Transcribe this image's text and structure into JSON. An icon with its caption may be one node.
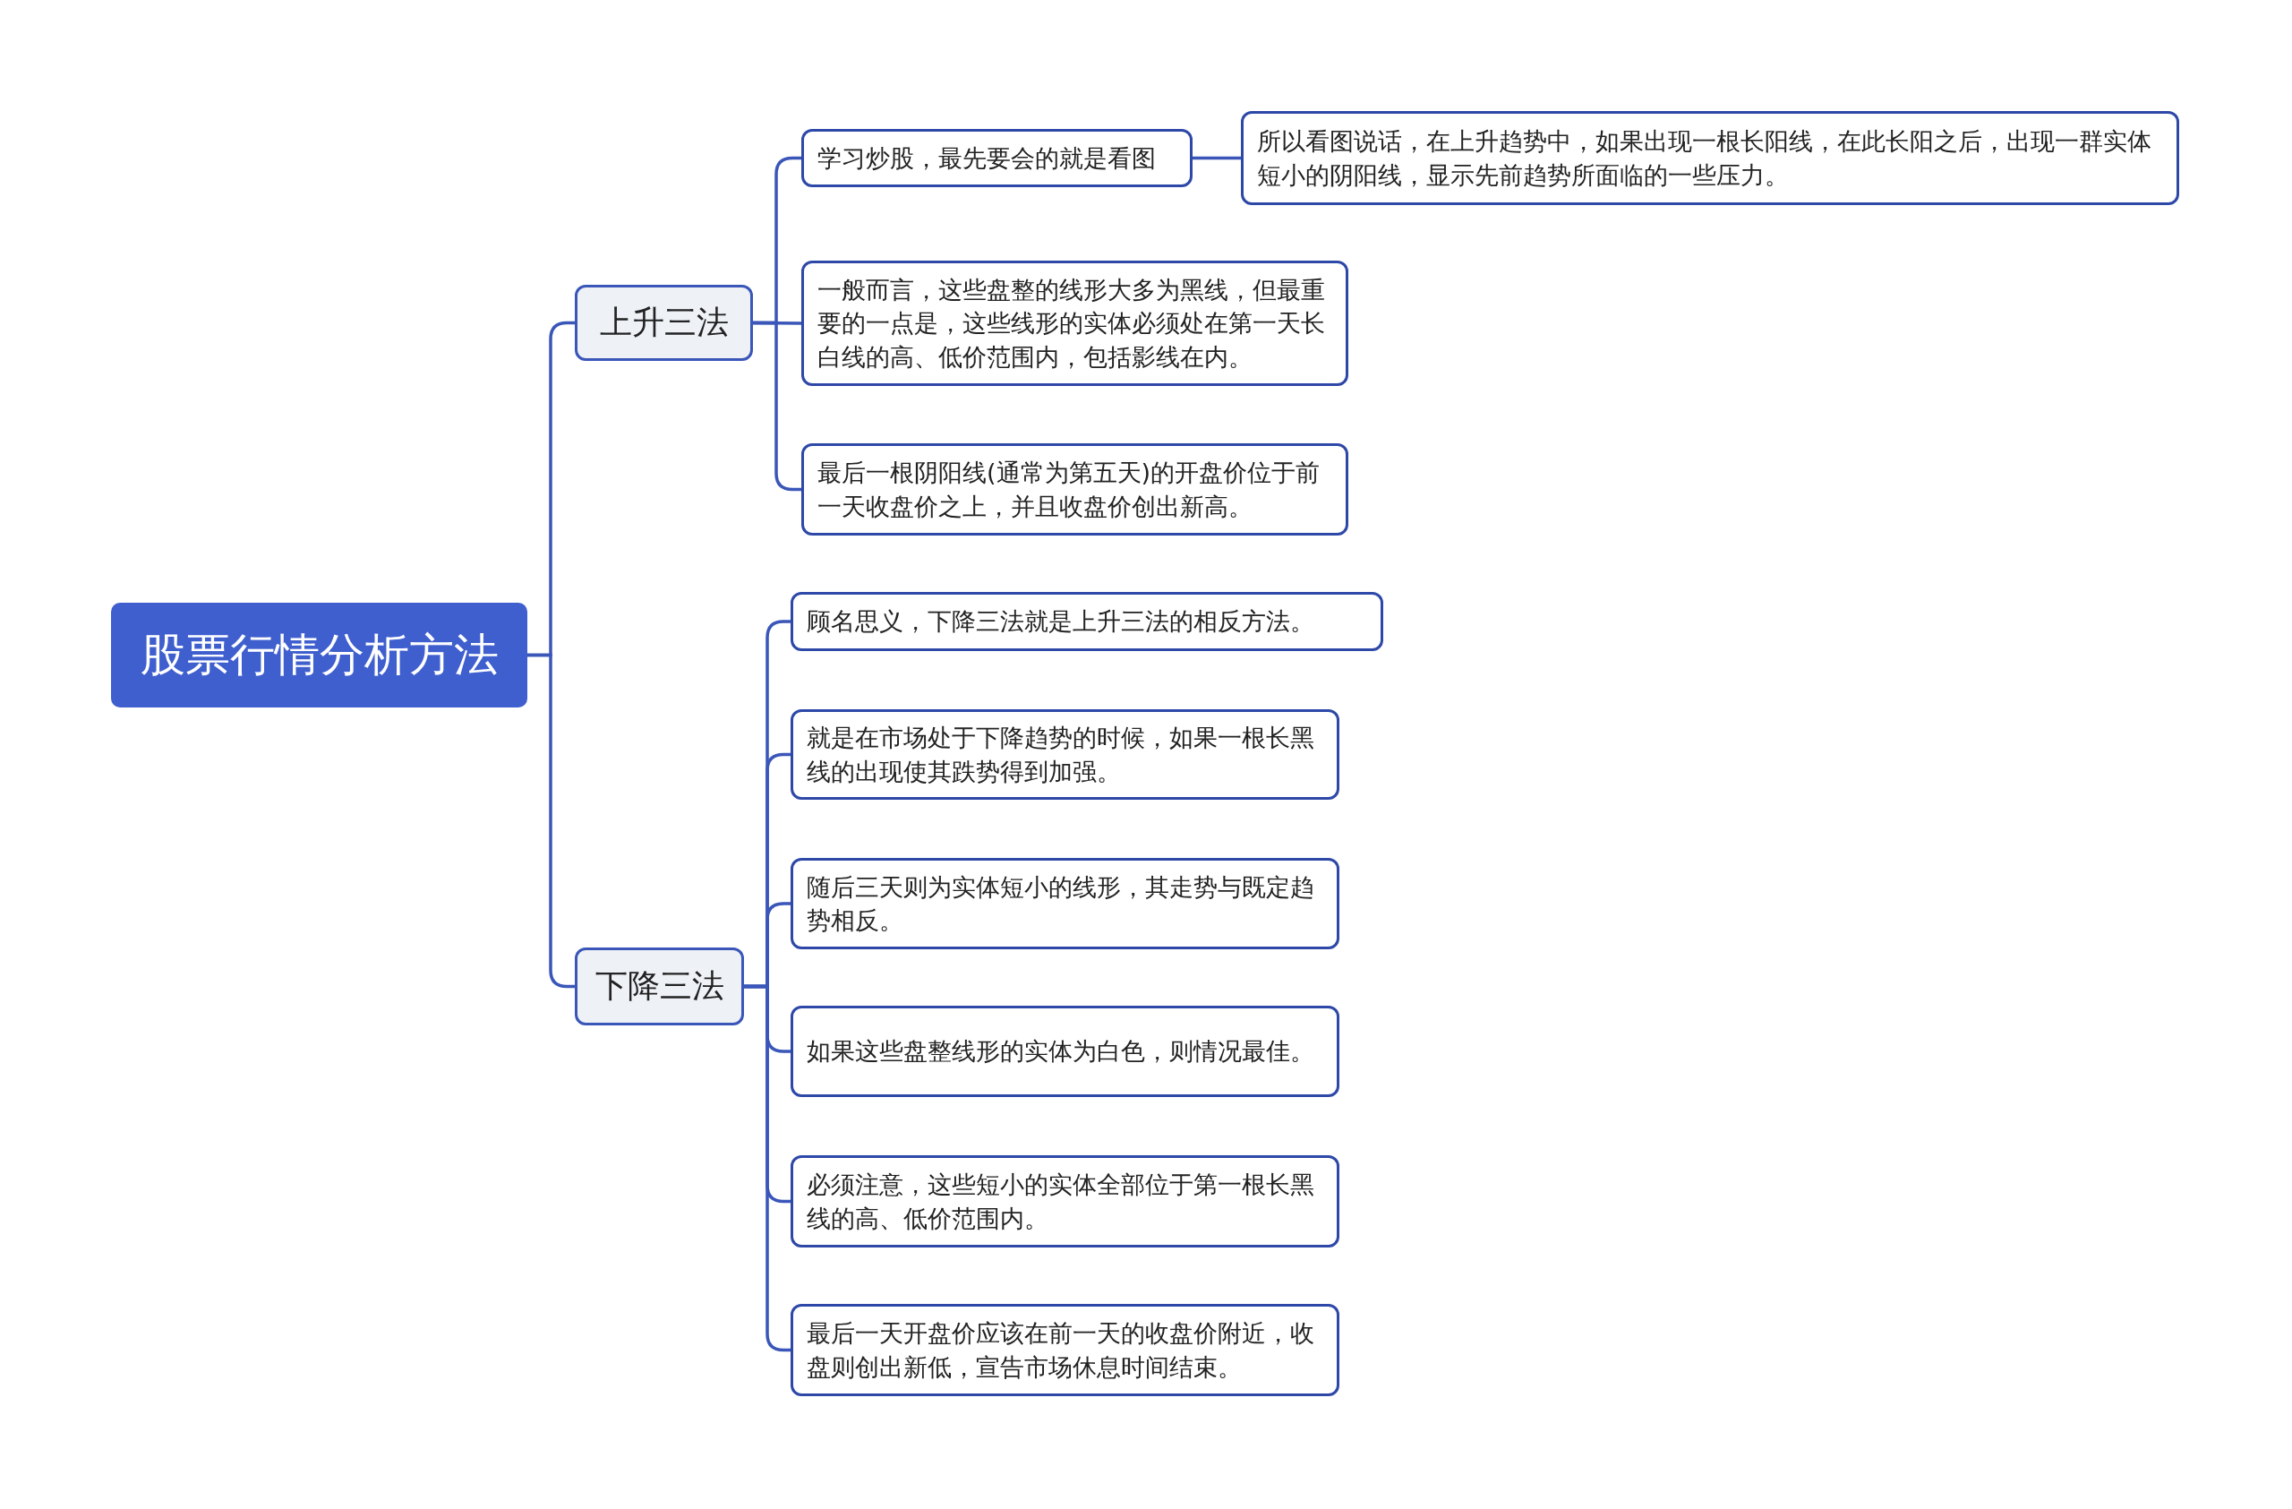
{
  "diagram": {
    "nodes": [
      {
        "text": [
          "股票行情分析方法"
        ]
      },
      {
        "text": [
          "上升三法"
        ]
      },
      {
        "text": [
          "学习炒股，最先要会的就是看图"
        ]
      },
      {
        "text": [
          "所以看图说话，在上升趋势中，如果出现一根长阳线，在此长阳之后，出现一群实体短小的阴阳线，显示先前趋势所面临的一些压力。"
        ]
      },
      {
        "text": [
          "一般而言，这些盘整的线形大多为黑线，但最重要的一点是，这些线形的实体必须处在第一天长白线的高、低价范围内，包括影线在内。"
        ]
      },
      {
        "text": [
          "最后一根阴阳线(通常为第五天)的开盘价位于前一天收盘价之上，并且收盘价创出新高。"
        ]
      },
      {
        "text": [
          "下降三法"
        ]
      },
      {
        "text": [
          "顾名思义，下降三法就是上升三法的相反方法。"
        ]
      },
      {
        "text": [
          "就是在市场处于下降趋势的时候，如果一根长黑线的出现使其跌势得到加强。"
        ]
      },
      {
        "text": [
          "随后三天则为实体短小的线形，其走势与既定趋势相反。"
        ]
      },
      {
        "text": [
          "如果这些盘整线形的实体为白色，则情况最佳。"
        ]
      },
      {
        "text": [
          "必须注意，这些短小的实体全部位于第一根长黑线的高、低价范围内。"
        ]
      },
      {
        "text": [
          "最后一天开盘价应该在前一天的收盘价附近，收盘则创出新低，宣告市场休息时间结束。"
        ]
      }
    ],
    "edges": [
      {
        "from": 0,
        "to": 1,
        "arrow": "none"
      },
      {
        "from": 1,
        "to": 2,
        "arrow": "none"
      },
      {
        "from": 2,
        "to": 3,
        "arrow": "none"
      },
      {
        "from": 1,
        "to": 4,
        "arrow": "none"
      },
      {
        "from": 1,
        "to": 5,
        "arrow": "none"
      },
      {
        "from": 0,
        "to": 6,
        "arrow": "none"
      },
      {
        "from": 6,
        "to": 7,
        "arrow": "none"
      },
      {
        "from": 6,
        "to": 8,
        "arrow": "none"
      },
      {
        "from": 6,
        "to": 9,
        "arrow": "none"
      },
      {
        "from": 6,
        "to": 10,
        "arrow": "none"
      },
      {
        "from": 6,
        "to": 11,
        "arrow": "none"
      },
      {
        "from": 6,
        "to": 12,
        "arrow": "none"
      }
    ]
  }
}
